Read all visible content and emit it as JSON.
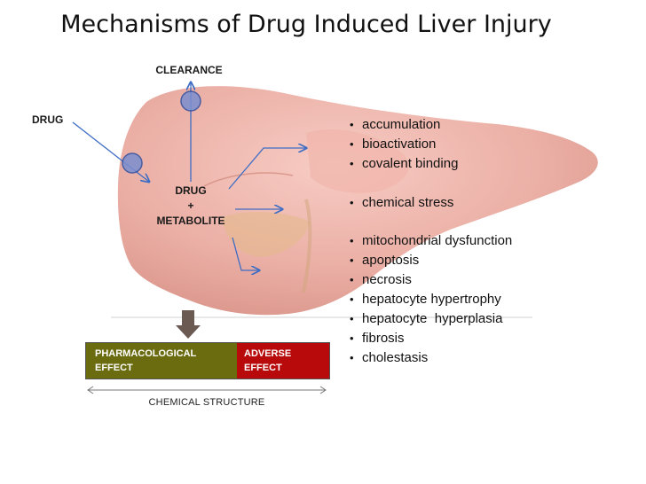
{
  "title": "Mechanisms of Drug Induced Liver Injury",
  "labels": {
    "clearance": "CLEARANCE",
    "drug": "DRUG",
    "metabolite_line1": "DRUG",
    "metabolite_line2": "+",
    "metabolite_line3": "METABOLITE"
  },
  "effects": {
    "group1": [
      "accumulation",
      "bioactivation",
      "covalent binding"
    ],
    "group2": [
      "chemical stress"
    ],
    "group3": [
      "mitochondrial dysfunction",
      "apoptosis",
      "necrosis",
      "hepatocyte hypertrophy",
      "hepatocyte  hyperplasia",
      "fibrosis",
      "cholestasis"
    ]
  },
  "effect_bar": {
    "pharmacological_line1": "PHARMACOLOGICAL",
    "pharmacological_line2": "EFFECT",
    "adverse_line1": "ADVERSE",
    "adverse_line2": "EFFECT"
  },
  "axis_label": "CHEMICAL STRUCTURE",
  "colors": {
    "liver": "#e59a8f",
    "arrow": "#3d6cc4",
    "pharmacological": "#6b6b10",
    "adverse": "#b80a0a",
    "down_arrow": "#6b5a52"
  }
}
